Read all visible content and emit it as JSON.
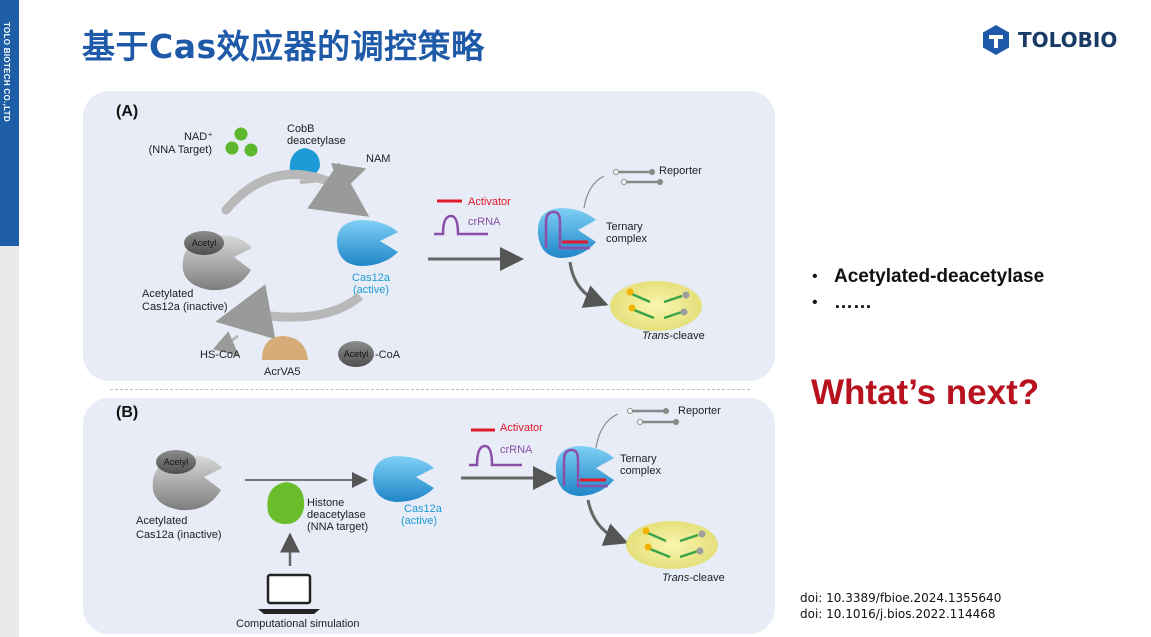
{
  "sidebar": {
    "company": "TOLO BIOTECH CO.,LTD"
  },
  "header": {
    "title": "基于Cas效应器的调控策略",
    "logo_text": "TOLOBIO"
  },
  "panel_a": {
    "label": "(A)",
    "nad_line1": "NAD⁺",
    "nad_line2": "(NNA Target)",
    "cobb_line1": "CobB",
    "cobb_line2": "deacetylase",
    "nam": "NAM",
    "acetyl": "Acetyl",
    "acetylated_line1": "Acetylated",
    "acetylated_line2": "Cas12a (inactive)",
    "cas12a_line1": "Cas12a",
    "cas12a_line2": "(active)",
    "activator": "Activator",
    "crrna": "crRNA",
    "reporter": "Reporter",
    "ternary_line1": "Ternary",
    "ternary_line2": "complex",
    "trans_italic": "Trans",
    "trans_rest": "-cleave",
    "hscoa": "HS-CoA",
    "acrva5": "AcrVA5",
    "acetyl_coa_left": "Acetyl",
    "acetyl_coa_right": "-CoA"
  },
  "panel_b": {
    "label": "(B)",
    "acetyl": "Acetyl",
    "acetylated_line1": "Acetylated",
    "acetylated_line2": "Cas12a (inactive)",
    "histone_line1": "Histone",
    "histone_line2": "deacetylase",
    "histone_line3": "(NNA  target)",
    "cas12a_line1": "Cas12a",
    "cas12a_line2": "(active)",
    "activator": "Activator",
    "crrna": "crRNA",
    "reporter": "Reporter",
    "ternary_line1": "Ternary",
    "ternary_line2": "complex",
    "trans_italic": "Trans",
    "trans_rest": "-cleave",
    "computational": "Computational simulation"
  },
  "bullets": [
    "Acetylated-deacetylase",
    "……"
  ],
  "bullet_symbol": "•",
  "whats_next": "Whtat’s next?",
  "doi": [
    "doi: 10.3389/fbioe.2024.1355640",
    "doi: 10.1016/j.bios.2022.114468"
  ],
  "colors": {
    "title_blue": "#1f5aa8",
    "sidebar_blue": "#1d5ea6",
    "whats_next_red": "#b8121f",
    "cas12a_blue": "#3aa7e2",
    "activator_red": "#e0192b",
    "crrna_purple": "#8a4fa8",
    "green": "#5cb82c"
  }
}
